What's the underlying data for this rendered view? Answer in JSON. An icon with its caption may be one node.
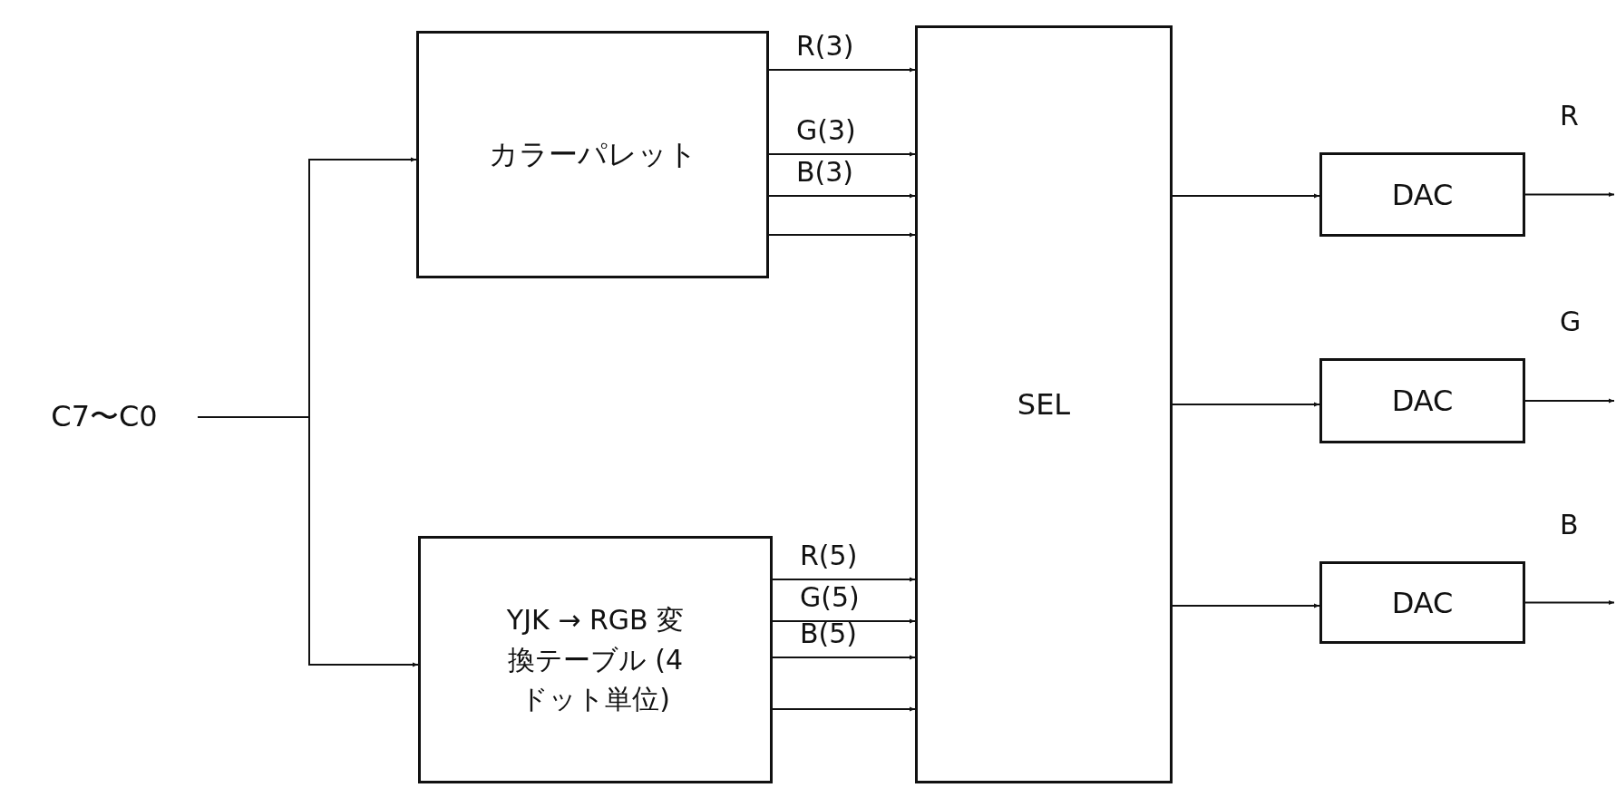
{
  "diagram": {
    "nodes": [
      {
        "text": [
          "C7〜C0"
        ]
      },
      {
        "text": [
          "カラーパレット"
        ]
      },
      {
        "text": [
          "YJK → RGB 変換テーブル (4ドット単位)"
        ]
      },
      {
        "text": [
          "SEL"
        ]
      },
      {
        "text": [
          "DAC"
        ]
      },
      {
        "text": [
          "DAC"
        ]
      },
      {
        "text": [
          "DAC"
        ]
      }
    ],
    "edges": [
      {
        "from": 0,
        "to": 1,
        "arrow": "to"
      },
      {
        "from": 0,
        "to": 2,
        "arrow": "to"
      },
      {
        "from": 1,
        "to": 3,
        "arrow": "to",
        "label": "R(3)"
      },
      {
        "from": 1,
        "to": 3,
        "arrow": "to",
        "label": "G(3)"
      },
      {
        "from": 1,
        "to": 3,
        "arrow": "to",
        "label": "B(3)"
      },
      {
        "from": 1,
        "to": 3,
        "arrow": "to"
      },
      {
        "from": 2,
        "to": 3,
        "arrow": "to",
        "label": "R(5)"
      },
      {
        "from": 2,
        "to": 3,
        "arrow": "to",
        "label": "G(5)"
      },
      {
        "from": 2,
        "to": 3,
        "arrow": "to",
        "label": "B(5)"
      },
      {
        "from": 2,
        "to": 3,
        "arrow": "to"
      },
      {
        "from": 3,
        "to": 4,
        "arrow": "to"
      },
      {
        "from": 3,
        "to": 5,
        "arrow": "to"
      },
      {
        "from": 3,
        "to": 6,
        "arrow": "to"
      },
      {
        "from": 4,
        "to": null,
        "arrow": "to",
        "label": "R"
      },
      {
        "from": 5,
        "to": null,
        "arrow": "to",
        "label": "G"
      },
      {
        "from": 6,
        "to": null,
        "arrow": "to",
        "label": "B"
      }
    ]
  }
}
